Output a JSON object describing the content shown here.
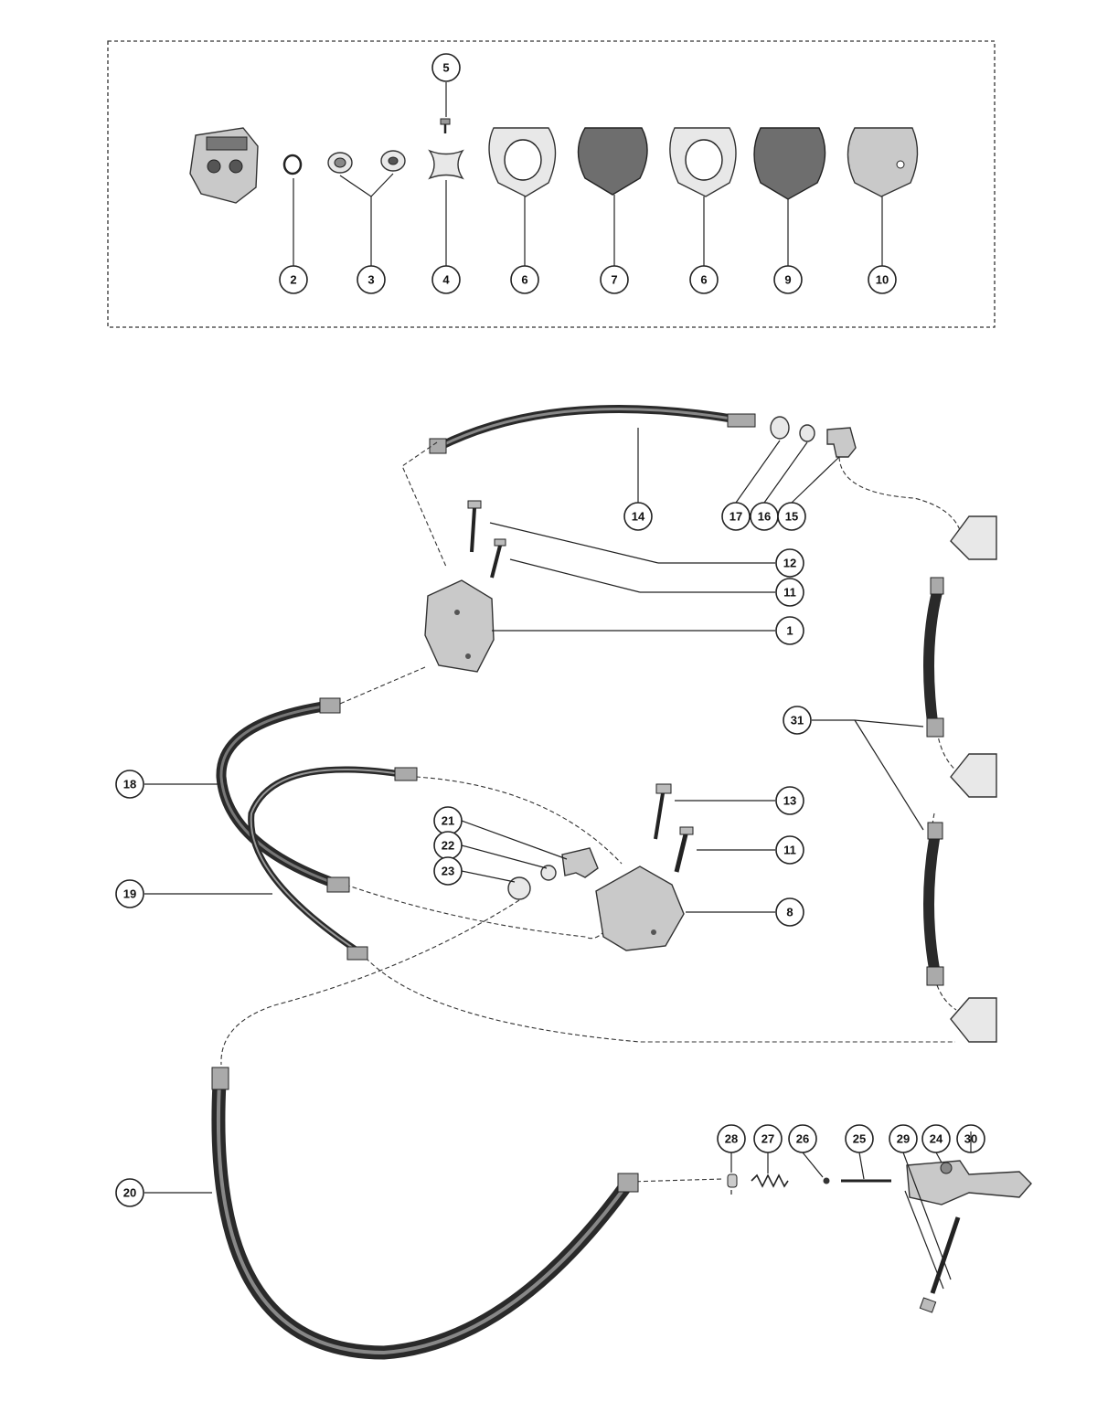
{
  "callouts": {
    "c1": "1",
    "c2": "2",
    "c3": "3",
    "c4": "4",
    "c5": "5",
    "c6a": "6",
    "c6b": "6",
    "c7": "7",
    "c8": "8",
    "c9": "9",
    "c10": "10",
    "c11a": "11",
    "c11b": "11",
    "c12": "12",
    "c13": "13",
    "c14": "14",
    "c15": "15",
    "c16": "16",
    "c17": "17",
    "c18": "18",
    "c19": "19",
    "c20": "20",
    "c21": "21",
    "c22": "22",
    "c23": "23",
    "c24": "24",
    "c25": "25",
    "c26": "26",
    "c27": "27",
    "c28": "28",
    "c29": "29",
    "c30": "30",
    "c31": "31"
  },
  "colors": {
    "ink": "#222222",
    "part": "#c9c9c9",
    "part_dark": "#6e6e6e",
    "paper": "#ffffff"
  }
}
